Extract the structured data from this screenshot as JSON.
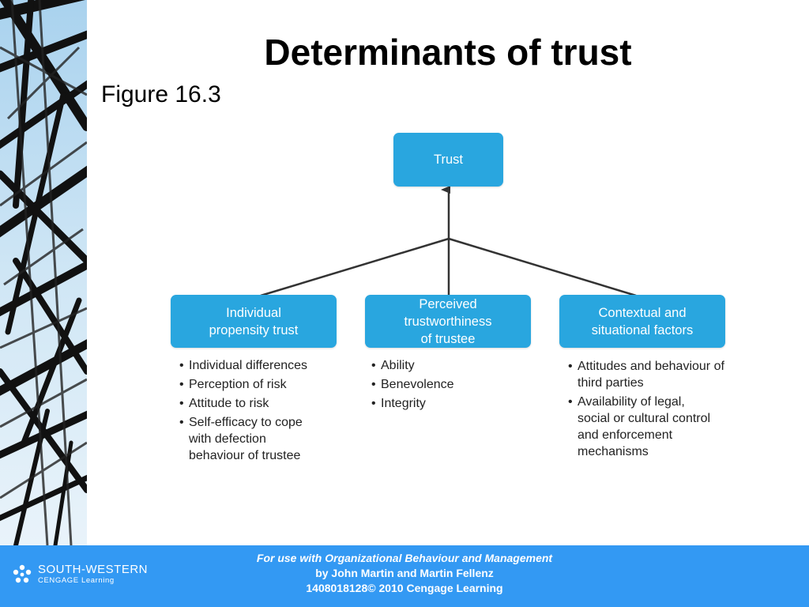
{
  "slide": {
    "title": "Determinants of trust",
    "subtitle": "Figure 16.3"
  },
  "diagram": {
    "top_node": "Trust",
    "branches": [
      {
        "label": "Individual\npropensity trust",
        "bullets": [
          "Individual differences",
          "Perception of risk",
          "Attitude to risk",
          "Self-efficacy to cope\nwith defection\nbehaviour of trustee"
        ]
      },
      {
        "label": "Perceived\ntrustworthiness\nof trustee",
        "bullets": [
          "Ability",
          "Benevolence",
          "Integrity"
        ]
      },
      {
        "label": "Contextual and\nsituational factors",
        "bullets": [
          "Attitudes and behaviour of\nthird parties",
          "Availability of legal,\nsocial or cultural control\nand enforcement\nmechanisms"
        ]
      }
    ]
  },
  "footer": {
    "logo_line1": "SOUTH-WESTERN",
    "logo_line2": "CENGAGE Learning",
    "line1": "For use with Organizational Behaviour and Management",
    "line2": "by John Martin and Martin Fellenz",
    "line3": "1408018128© 2010 Cengage Learning"
  },
  "colors": {
    "box_fill": "#29a6df",
    "footer_bg": "#3399f3",
    "connector": "#333333"
  },
  "icons": [
    "decorative-lattice-image",
    "cengage-logo-icon",
    "arrow-up-icon"
  ]
}
